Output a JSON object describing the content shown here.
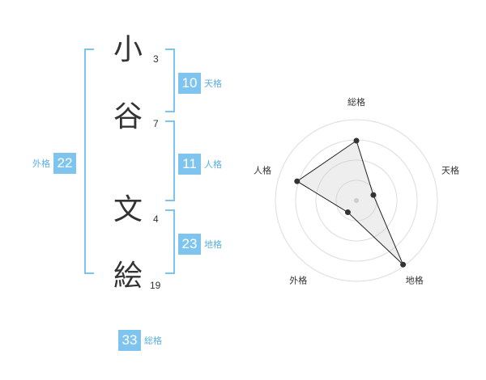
{
  "name": {
    "chars": [
      {
        "char": "小",
        "strokes": "3"
      },
      {
        "char": "谷",
        "strokes": "7"
      },
      {
        "char": "文",
        "strokes": "4"
      },
      {
        "char": "絵",
        "strokes": "19"
      }
    ]
  },
  "kaku": {
    "tenkaku": {
      "value": "10",
      "label": "天格"
    },
    "jinkaku": {
      "value": "11",
      "label": "人格"
    },
    "chikaku": {
      "value": "23",
      "label": "地格"
    },
    "gaikaku": {
      "value": "22",
      "label": "外格"
    },
    "soukaku": {
      "value": "33",
      "label": "総格"
    }
  },
  "colors": {
    "accent": "#7ec4ee",
    "label": "#5aaee0",
    "text": "#333333"
  },
  "chart_data": {
    "type": "radar",
    "axes": [
      "総格",
      "天格",
      "地格",
      "外格",
      "人格"
    ],
    "values": [
      0.74,
      0.22,
      0.98,
      0.18,
      0.77
    ],
    "rings": 4,
    "grid": true
  }
}
